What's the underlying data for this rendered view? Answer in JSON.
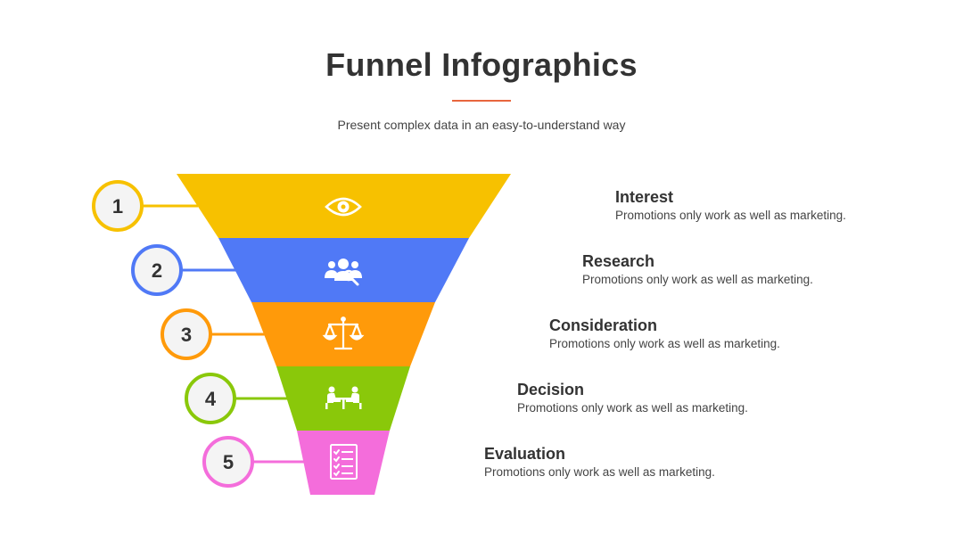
{
  "header": {
    "title": "Funnel Infographics",
    "subtitle": "Present complex data in an easy-to-understand way",
    "accent_color": "#e8663d"
  },
  "stages": [
    {
      "number": "1",
      "title": "Interest",
      "description": "Promotions only work as well as marketing.",
      "color": "#f7c100",
      "icon": "eye-icon"
    },
    {
      "number": "2",
      "title": "Research",
      "description": "Promotions only work as well as marketing.",
      "color": "#5079f6",
      "icon": "research-people-icon"
    },
    {
      "number": "3",
      "title": "Consideration",
      "description": "Promotions only work as well as marketing.",
      "color": "#ff9a0a",
      "icon": "scale-icon"
    },
    {
      "number": "4",
      "title": "Decision",
      "description": "Promotions only work as well as marketing.",
      "color": "#8ac80a",
      "icon": "meeting-table-icon"
    },
    {
      "number": "5",
      "title": "Evaluation",
      "description": "Promotions only work as well as marketing.",
      "color": "#f46ddb",
      "icon": "checklist-icon"
    }
  ]
}
